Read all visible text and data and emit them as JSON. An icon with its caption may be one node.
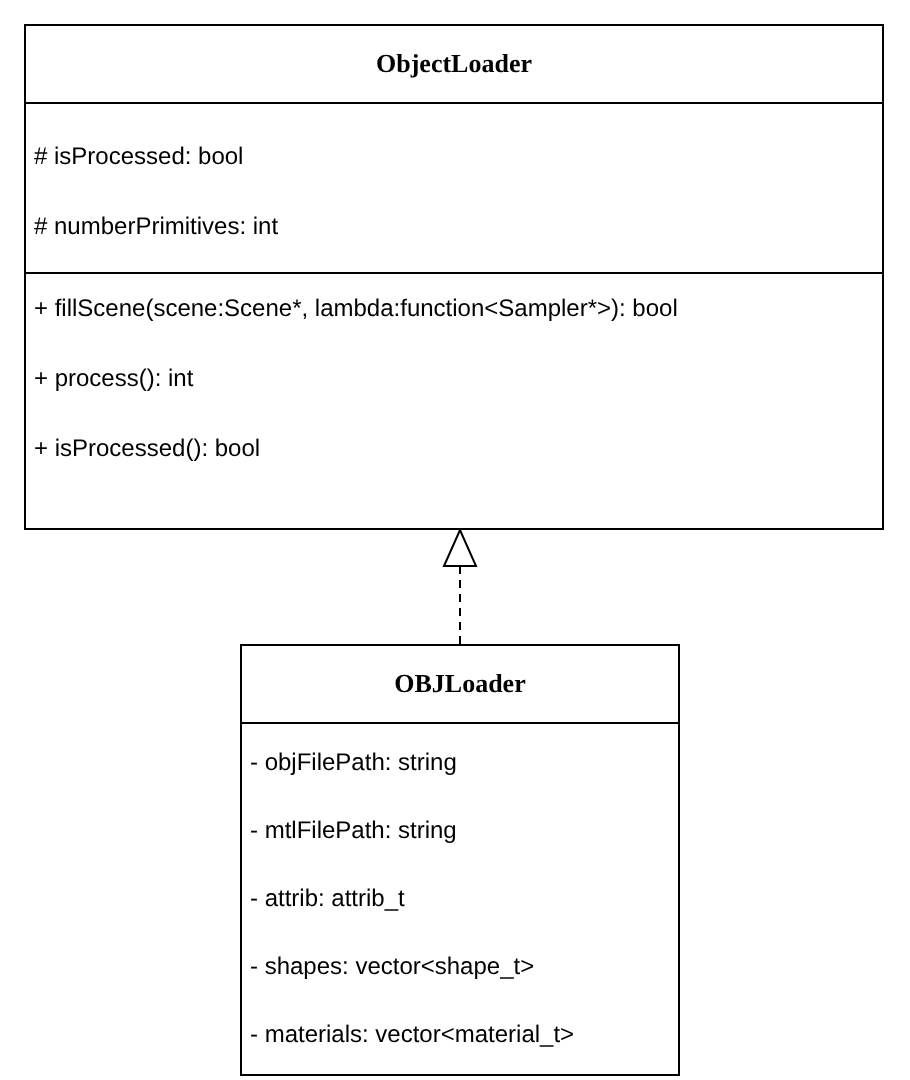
{
  "diagram": {
    "nodes": [
      {
        "text": [
          "ObjectLoader",
          "# isProcessed: bool",
          "# numberPrimitives: int",
          "+ fillScene(scene:Scene*, lambda:function<Sampler*>): bool",
          "+ process(): int",
          "+ isProcessed(): bool"
        ]
      },
      {
        "text": [
          "OBJLoader",
          "- objFilePath: string",
          "- mtlFilePath: string",
          "- attrib: attrib_t",
          "- shapes: vector<shape_t>",
          "- materials: vector<material_t>"
        ]
      }
    ],
    "edges": [
      {
        "from": 1,
        "to": 0,
        "arrow": "to",
        "style": "dashed"
      }
    ]
  }
}
